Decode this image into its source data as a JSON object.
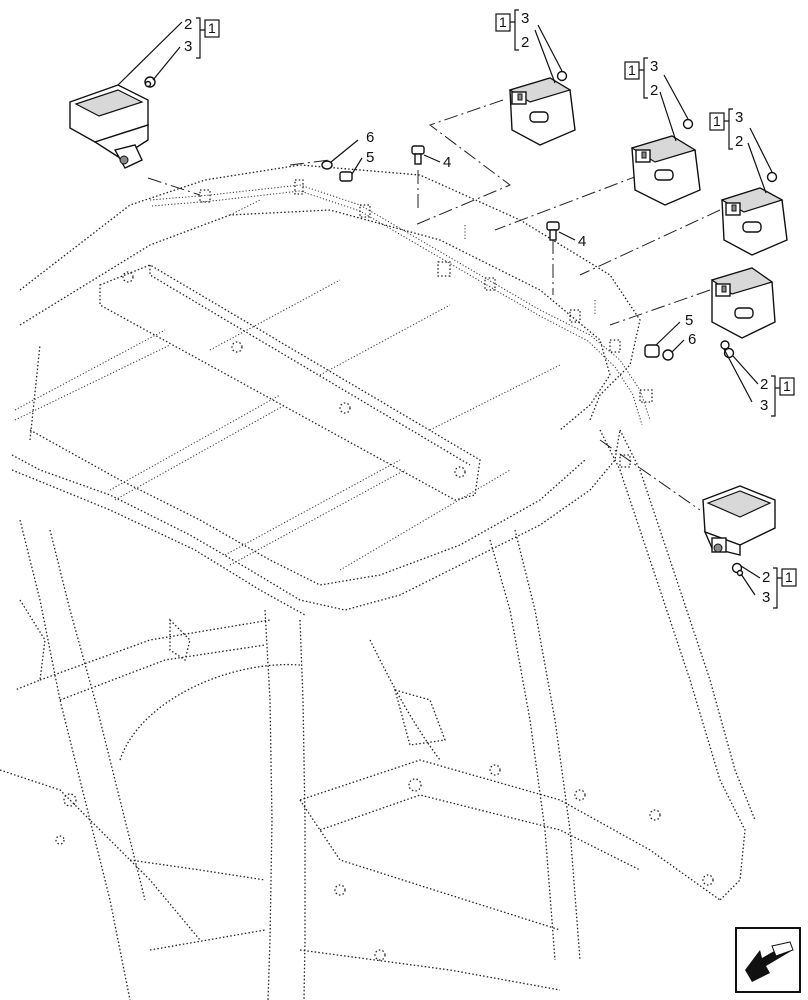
{
  "callouts": {
    "lamp_top_left": {
      "ref": "1",
      "items": [
        "2",
        "3"
      ]
    },
    "lamp_top_a": {
      "ref": "1",
      "items": [
        "3",
        "2"
      ]
    },
    "lamp_top_b": {
      "ref": "1",
      "items": [
        "3",
        "2"
      ]
    },
    "lamp_top_c": {
      "ref": "1",
      "items": [
        "3",
        "2"
      ]
    },
    "lamp_right_mid": {
      "ref": "1",
      "items": [
        "2",
        "3"
      ]
    },
    "lamp_right_low": {
      "ref": "1",
      "items": [
        "2",
        "3"
      ]
    }
  },
  "fasteners": {
    "bolt_a": "4",
    "bolt_b": "4",
    "nut_left": "5",
    "washer_left": "6",
    "nut_right": "5",
    "washer_right": "6"
  },
  "icons": {
    "orientation": "navigation-arrow-icon"
  }
}
